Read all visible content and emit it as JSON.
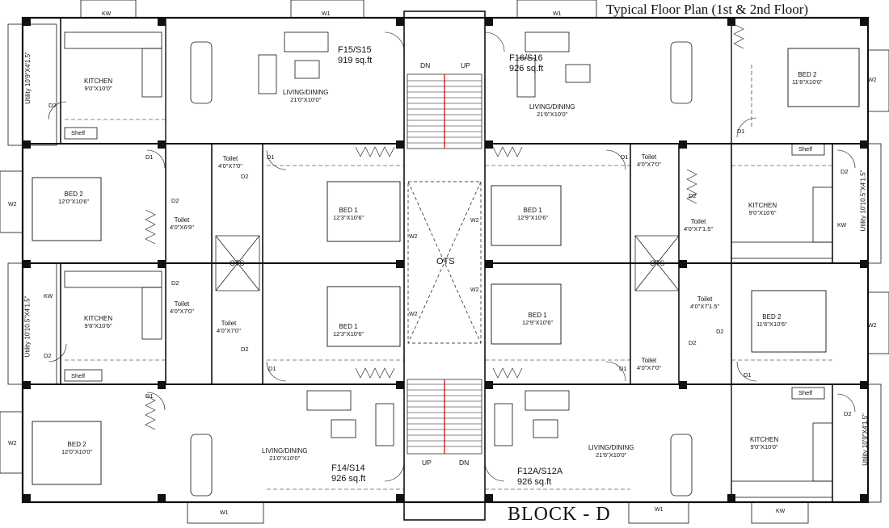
{
  "title": "Typical Floor Plan (1st & 2nd Floor)",
  "block": "BLOCK - D",
  "flats": {
    "f15": {
      "name": "F15/S15",
      "area": "919 sq.ft"
    },
    "f16": {
      "name": "F16/S16",
      "area": "926 sq.ft"
    },
    "f14": {
      "name": "F14/S14",
      "area": "926 sq.ft"
    },
    "f12a": {
      "name": "F12A/S12A",
      "area": "926 sq.ft"
    }
  },
  "rooms": {
    "kitchen_tl": {
      "name": "KITCHEN",
      "dim": "9'0\"X10'0\""
    },
    "utility_tl": {
      "name": "Utility",
      "dim": "10'9\"X4'1.5\""
    },
    "living_tl": {
      "name": "LIVING/DINING",
      "dim": "21'0\"X10'0\""
    },
    "living_tr": {
      "name": "LIVING/DINING",
      "dim": "21'6\"X10'0\""
    },
    "bed2_tr": {
      "name": "BED 2",
      "dim": "11'6\"X10'0\""
    },
    "bed2_ul": {
      "name": "BED 2",
      "dim": "12'0\"X10'6\""
    },
    "toilet_ul1": {
      "name": "Toilet",
      "dim": "4'0\"X7'0\""
    },
    "toilet_ul2": {
      "name": "Toilet",
      "dim": "4'0\"X6'9\""
    },
    "bed1_ul": {
      "name": "BED 1",
      "dim": "12'3\"X10'6\""
    },
    "bed1_ur": {
      "name": "BED 1",
      "dim": "12'9\"X10'6\""
    },
    "toilet_ur1": {
      "name": "Toilet",
      "dim": "4'0\"X7'0\""
    },
    "toilet_ur2": {
      "name": "Toilet",
      "dim": "4'0\"X7'1.5\""
    },
    "kitchen_ur": {
      "name": "KITCHEN",
      "dim": "9'0\"X10'6\""
    },
    "utility_ur": {
      "name": "Utility",
      "dim": "10'10.5\"X4'1.5\""
    },
    "kitchen_ll": {
      "name": "KITCHEN",
      "dim": "9'6\"X10'6\""
    },
    "utility_ll": {
      "name": "Utility",
      "dim": "10'10.5\"X4'1.5\""
    },
    "toilet_ll1": {
      "name": "Toilet",
      "dim": "4'0\"X7'0\""
    },
    "toilet_ll2": {
      "name": "Toilet",
      "dim": "4'0\"X7'0\""
    },
    "bed1_ll": {
      "name": "BED 1",
      "dim": "12'3\"X10'6\""
    },
    "bed1_lr": {
      "name": "BED 1",
      "dim": "12'9\"X10'6\""
    },
    "toilet_lr1": {
      "name": "Toilet",
      "dim": "4'0\"X7'1.5\""
    },
    "toilet_lr2": {
      "name": "Toilet",
      "dim": "4'0\"X7'0\""
    },
    "bed2_lr": {
      "name": "BED 2",
      "dim": "11'6\"X10'6\""
    },
    "bed2_bl": {
      "name": "BED 2",
      "dim": "12'0\"X10'0\""
    },
    "living_bl": {
      "name": "LIVING/DINING",
      "dim": "21'0\"X10'0\""
    },
    "living_br": {
      "name": "LIVING/DINING",
      "dim": "21'6\"X10'0\""
    },
    "kitchen_br": {
      "name": "KITCHEN",
      "dim": "9'0\"X10'0\""
    },
    "utility_br": {
      "name": "Utility",
      "dim": "10'9\"X4'1.5\""
    },
    "ots_l": {
      "name": "OTS"
    },
    "ots_c": {
      "name": "OTS"
    },
    "ots_r": {
      "name": "OTS"
    }
  },
  "labels": {
    "shelf": "Shelf",
    "kw": "KW",
    "w1": "W1",
    "w2": "W2",
    "d1": "D1",
    "d2": "D2",
    "dn": "DN",
    "up": "UP"
  }
}
